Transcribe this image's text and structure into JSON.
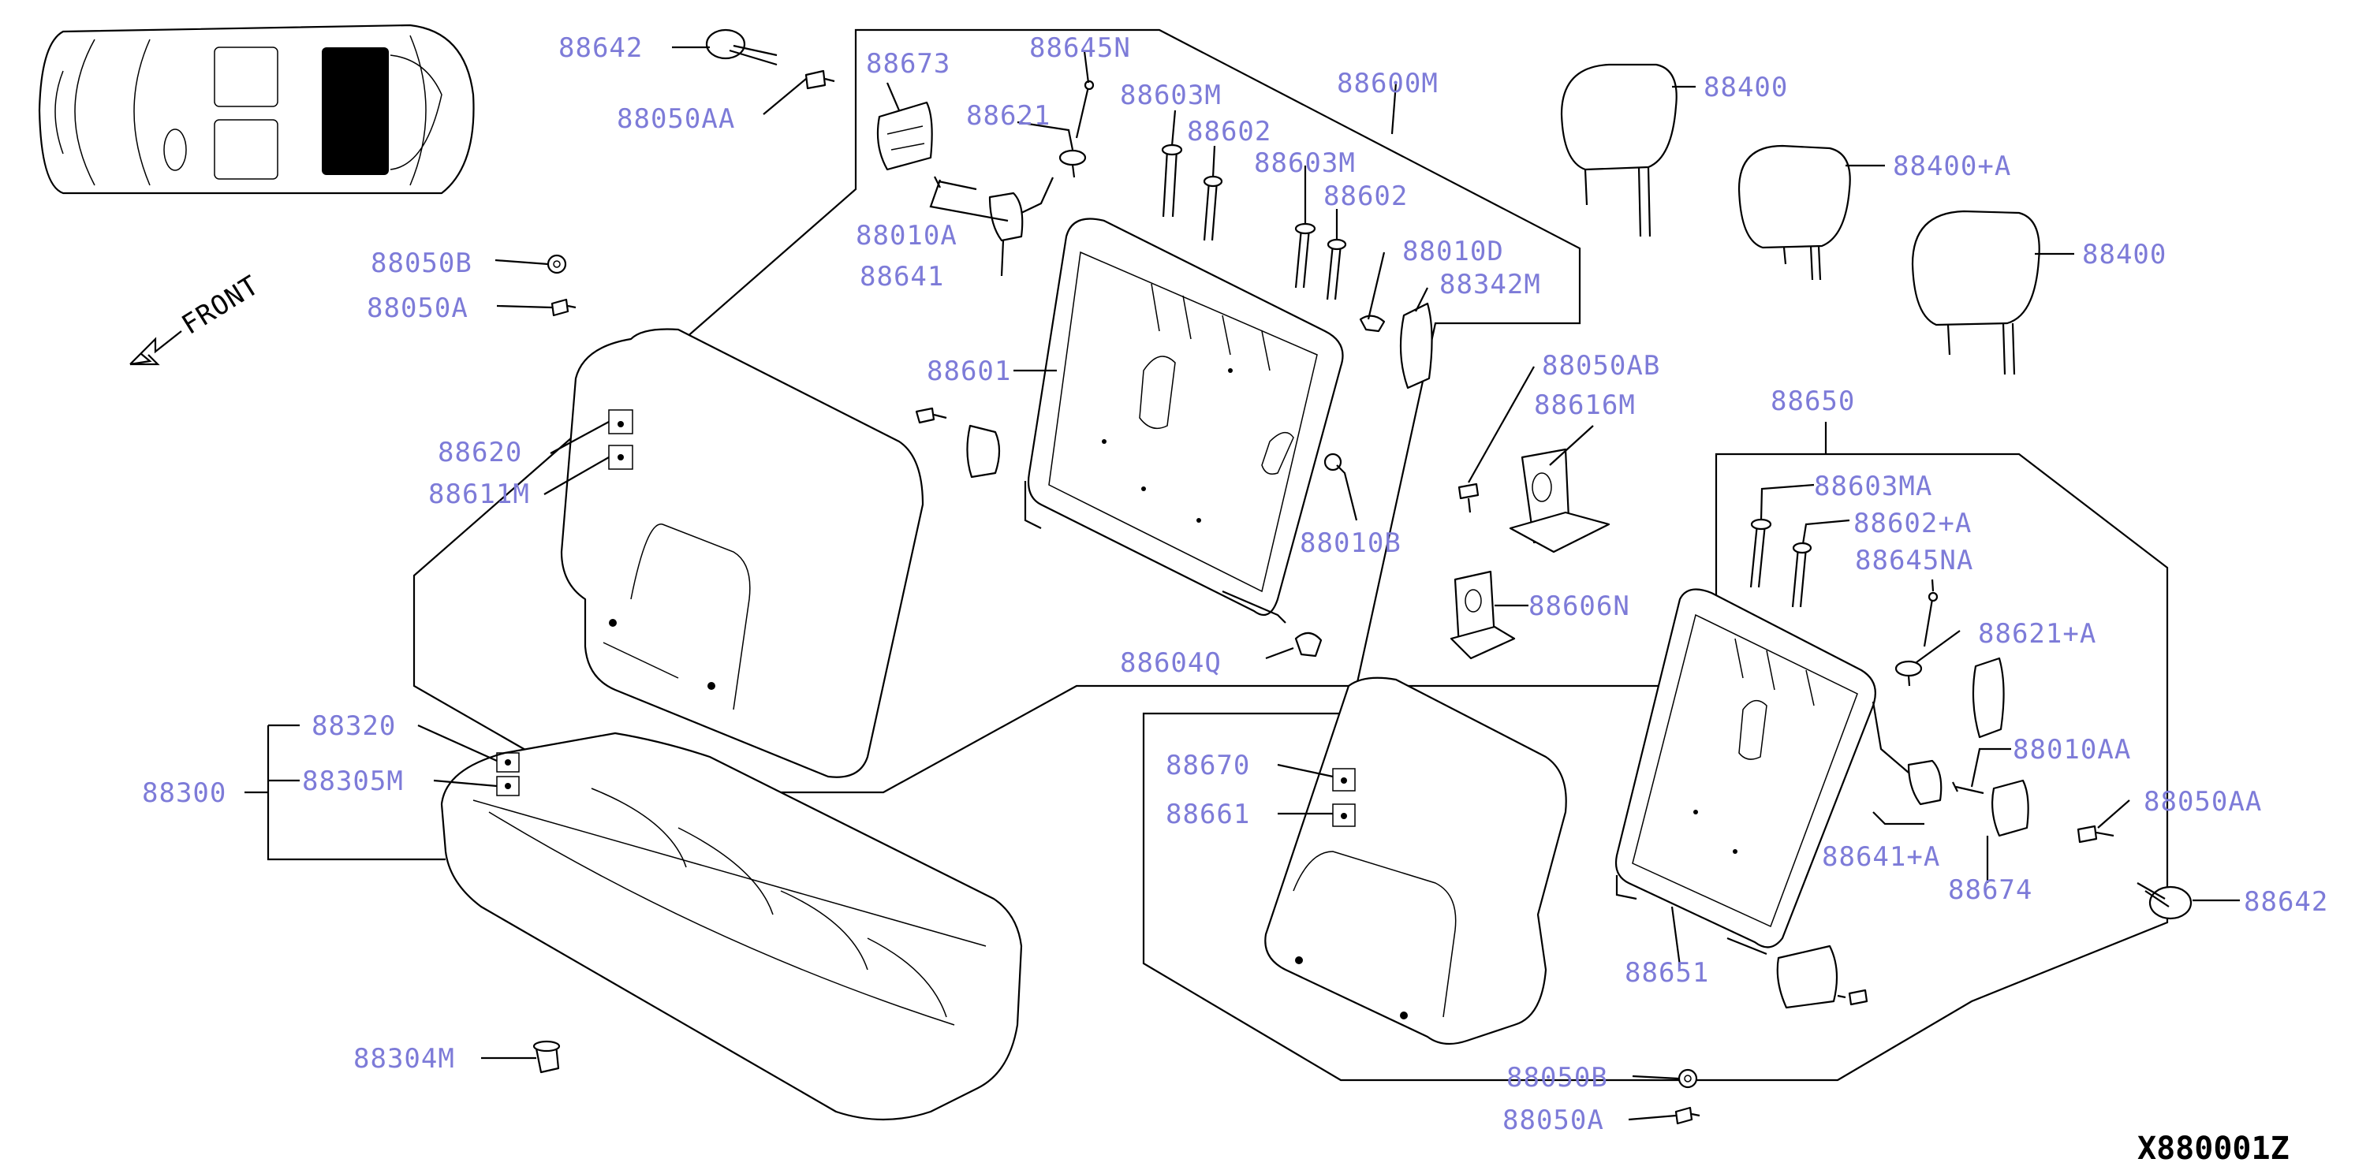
{
  "colors": {
    "label": "#7d7bd8",
    "line": "#000000",
    "background": "#ffffff"
  },
  "reference": "X880001Z",
  "front_label": "FRONT",
  "labels": {
    "p88642a": "88642",
    "p88050aa_a": "88050AA",
    "p88050b_a": "88050B",
    "p88050a_a": "88050A",
    "p88673": "88673",
    "p88645n": "88645N",
    "p88621": "88621",
    "p88603m_a": "88603M",
    "p88602_a": "88602",
    "p88600m": "88600M",
    "p88603m_b": "88603M",
    "p88602_b": "88602",
    "p88010a": "88010A",
    "p88641": "88641",
    "p88010d": "88010D",
    "p88342m": "88342M",
    "p88601": "88601",
    "p88620": "88620",
    "p88611m": "88611M",
    "p88010b": "88010B",
    "p88604q": "88604Q",
    "p88050ab": "88050AB",
    "p88616m": "88616M",
    "p88606n": "88606N",
    "p88400_a": "88400",
    "p88400a": "88400+A",
    "p88400_b": "88400",
    "p88650": "88650",
    "p88603ma": "88603MA",
    "p88602a": "88602+A",
    "p88645na": "88645NA",
    "p88621a": "88621+A",
    "p88010aa": "88010AA",
    "p88641a": "88641+A",
    "p88674": "88674",
    "p88050aa_b": "88050AA",
    "p88642b": "88642",
    "p88670": "88670",
    "p88661": "88661",
    "p88651": "88651",
    "p88050b_b": "88050B",
    "p88050a_b": "88050A",
    "p88320": "88320",
    "p88305m": "88305M",
    "p88300": "88300",
    "p88304m": "88304M"
  }
}
